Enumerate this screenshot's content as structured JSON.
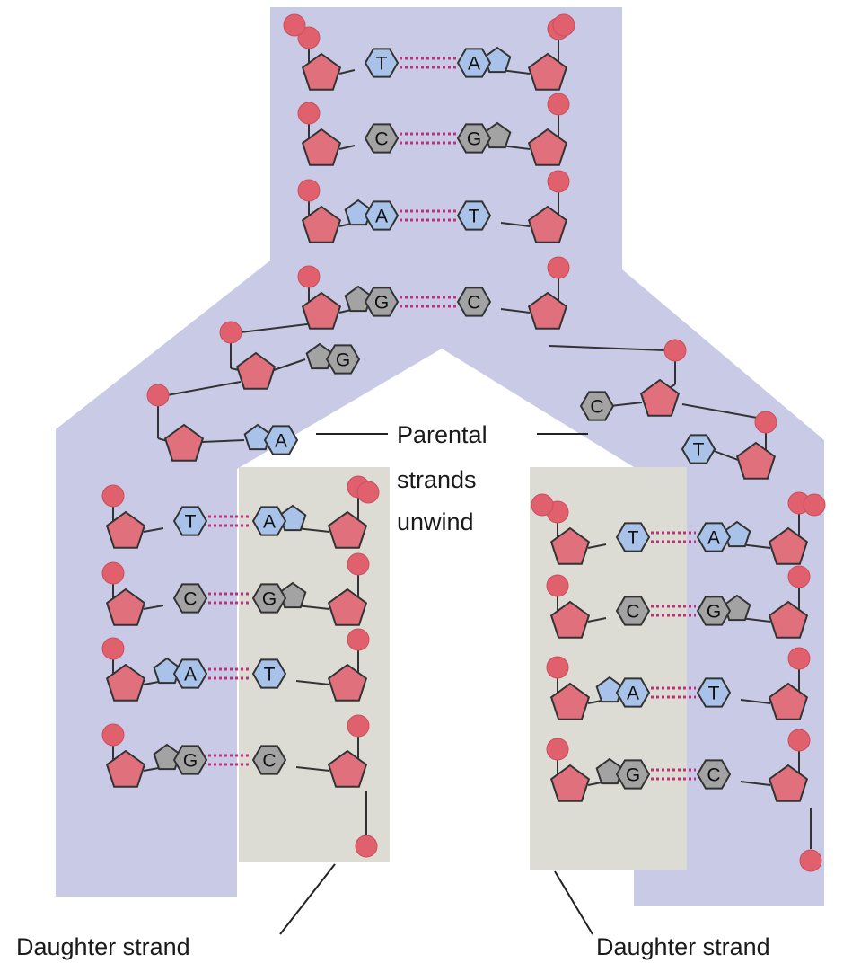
{
  "labels": {
    "parental_line1": "Parental",
    "parental_line2": "strands",
    "parental_line3": "unwind",
    "daughter_left": "Daughter strand",
    "daughter_right": "Daughter strand"
  },
  "colors": {
    "parental_band": "#c9cbe6",
    "daughter_band": "#dcdcd5",
    "sugar": "#e0707c",
    "phosphate": "#e0606e",
    "base_purine_pyrimidine_AT": "#a9c2ea",
    "base_GC": "#a3a3a3",
    "hydrogen_bond": "#c0307a",
    "outline": "#333333"
  },
  "top_pairs": [
    {
      "left": "T",
      "right": "A"
    },
    {
      "left": "C",
      "right": "G"
    },
    {
      "left": "A",
      "right": "T"
    },
    {
      "left": "G",
      "right": "C"
    }
  ],
  "unwound_left_bases": [
    "G",
    "A"
  ],
  "unwound_right_bases": [
    "C",
    "T"
  ],
  "left_daughter_pairs": [
    {
      "parent": "T",
      "daughter": "A"
    },
    {
      "parent": "C",
      "daughter": "G"
    },
    {
      "parent": "A",
      "daughter": "T"
    },
    {
      "parent": "G",
      "daughter": "C"
    }
  ],
  "right_daughter_pairs": [
    {
      "daughter": "T",
      "parent": "A"
    },
    {
      "daughter": "C",
      "parent": "G"
    },
    {
      "daughter": "A",
      "parent": "T"
    },
    {
      "daughter": "G",
      "parent": "C"
    }
  ]
}
